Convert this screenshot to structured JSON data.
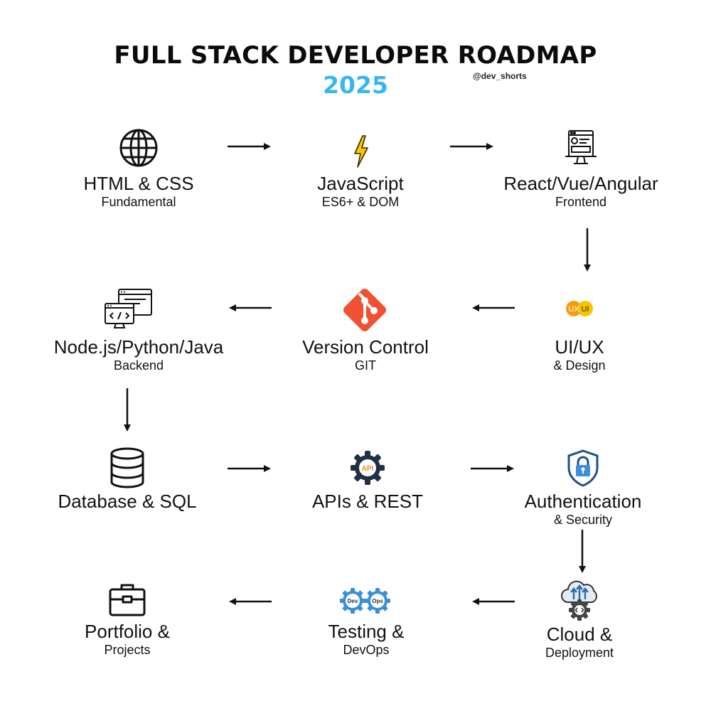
{
  "title": "FULL STACK DEVELOPER ROADMAP",
  "year": "2025",
  "handle": "@dev_shorts",
  "colors": {
    "accent": "#38b6f2",
    "git": "#f05133",
    "api_gear": "#1f2f44",
    "lock_blue": "#1f4e8c",
    "ux_orange": "#f39c12",
    "ui_yellow": "#f6c400"
  },
  "nodes": [
    {
      "id": "html-css",
      "label": "HTML & CSS",
      "sub": "Fundamental",
      "icon": "globe-icon"
    },
    {
      "id": "javascript",
      "label": "JavaScript",
      "sub": "ES6+ & DOM",
      "icon": "lightning-icon"
    },
    {
      "id": "frontend",
      "label": "React/Vue/Angular",
      "sub": "Frontend",
      "icon": "monitor-icon"
    },
    {
      "id": "uiux",
      "label": "UI/UX",
      "sub": "& Design",
      "icon": "ux-ui-icon",
      "icon_text": [
        "UX",
        "UI"
      ]
    },
    {
      "id": "version-control",
      "label": "Version Control",
      "sub": "GIT",
      "icon": "git-icon"
    },
    {
      "id": "backend",
      "label": "Node.js/Python/Java",
      "sub": "Backend",
      "icon": "code-windows-icon"
    },
    {
      "id": "database",
      "label": "Database & SQL",
      "sub": "",
      "icon": "database-icon"
    },
    {
      "id": "apis",
      "label": "APIs & REST",
      "sub": "",
      "icon": "api-gear-icon",
      "icon_text": [
        "API"
      ]
    },
    {
      "id": "auth",
      "label": "Authentication",
      "sub": "& Security",
      "icon": "shield-lock-icon"
    },
    {
      "id": "cloud",
      "label": "Cloud &",
      "sub": "Deployment",
      "icon": "cloud-gear-icon"
    },
    {
      "id": "devops",
      "label": "Testing &",
      "sub": "DevOps",
      "icon": "devops-gears-icon",
      "icon_text": [
        "Dev",
        "Ops"
      ]
    },
    {
      "id": "portfolio",
      "label": "Portfolio &",
      "sub": "Projects",
      "icon": "briefcase-icon"
    }
  ],
  "flow": [
    [
      "html-css",
      "javascript"
    ],
    [
      "javascript",
      "frontend"
    ],
    [
      "frontend",
      "uiux"
    ],
    [
      "uiux",
      "version-control"
    ],
    [
      "version-control",
      "backend"
    ],
    [
      "backend",
      "database"
    ],
    [
      "database",
      "apis"
    ],
    [
      "apis",
      "auth"
    ],
    [
      "auth",
      "cloud"
    ],
    [
      "cloud",
      "devops"
    ],
    [
      "devops",
      "portfolio"
    ]
  ]
}
